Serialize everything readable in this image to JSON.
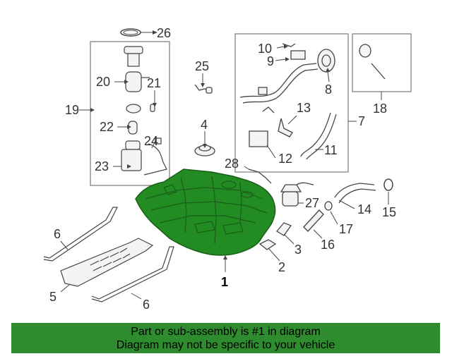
{
  "callouts": {
    "c1": "1",
    "c2": "2",
    "c3": "3",
    "c4": "4",
    "c5": "5",
    "c6a": "6",
    "c6b": "6",
    "c7": "7",
    "c8": "8",
    "c9": "9",
    "c10": "10",
    "c11": "11",
    "c12": "12",
    "c13": "13",
    "c14": "14",
    "c15": "15",
    "c16": "16",
    "c17": "17",
    "c18": "18",
    "c19": "19",
    "c20": "20",
    "c21": "21",
    "c22": "22",
    "c23": "23",
    "c24": "24",
    "c25": "25",
    "c26": "26",
    "c27": "27",
    "c28": "28"
  },
  "footer": {
    "line1": "Part or sub-assembly is #1 in diagram",
    "line2": "Diagram may not be specific to your vehicle"
  },
  "colors": {
    "highlight": "#228b22",
    "footer_bg": "#2e8b2e",
    "line": "#555555"
  },
  "icons": [
    "fuel-tank",
    "fuel-pump",
    "filler-neck",
    "heat-shield",
    "tank-strap",
    "hose",
    "clamp"
  ]
}
